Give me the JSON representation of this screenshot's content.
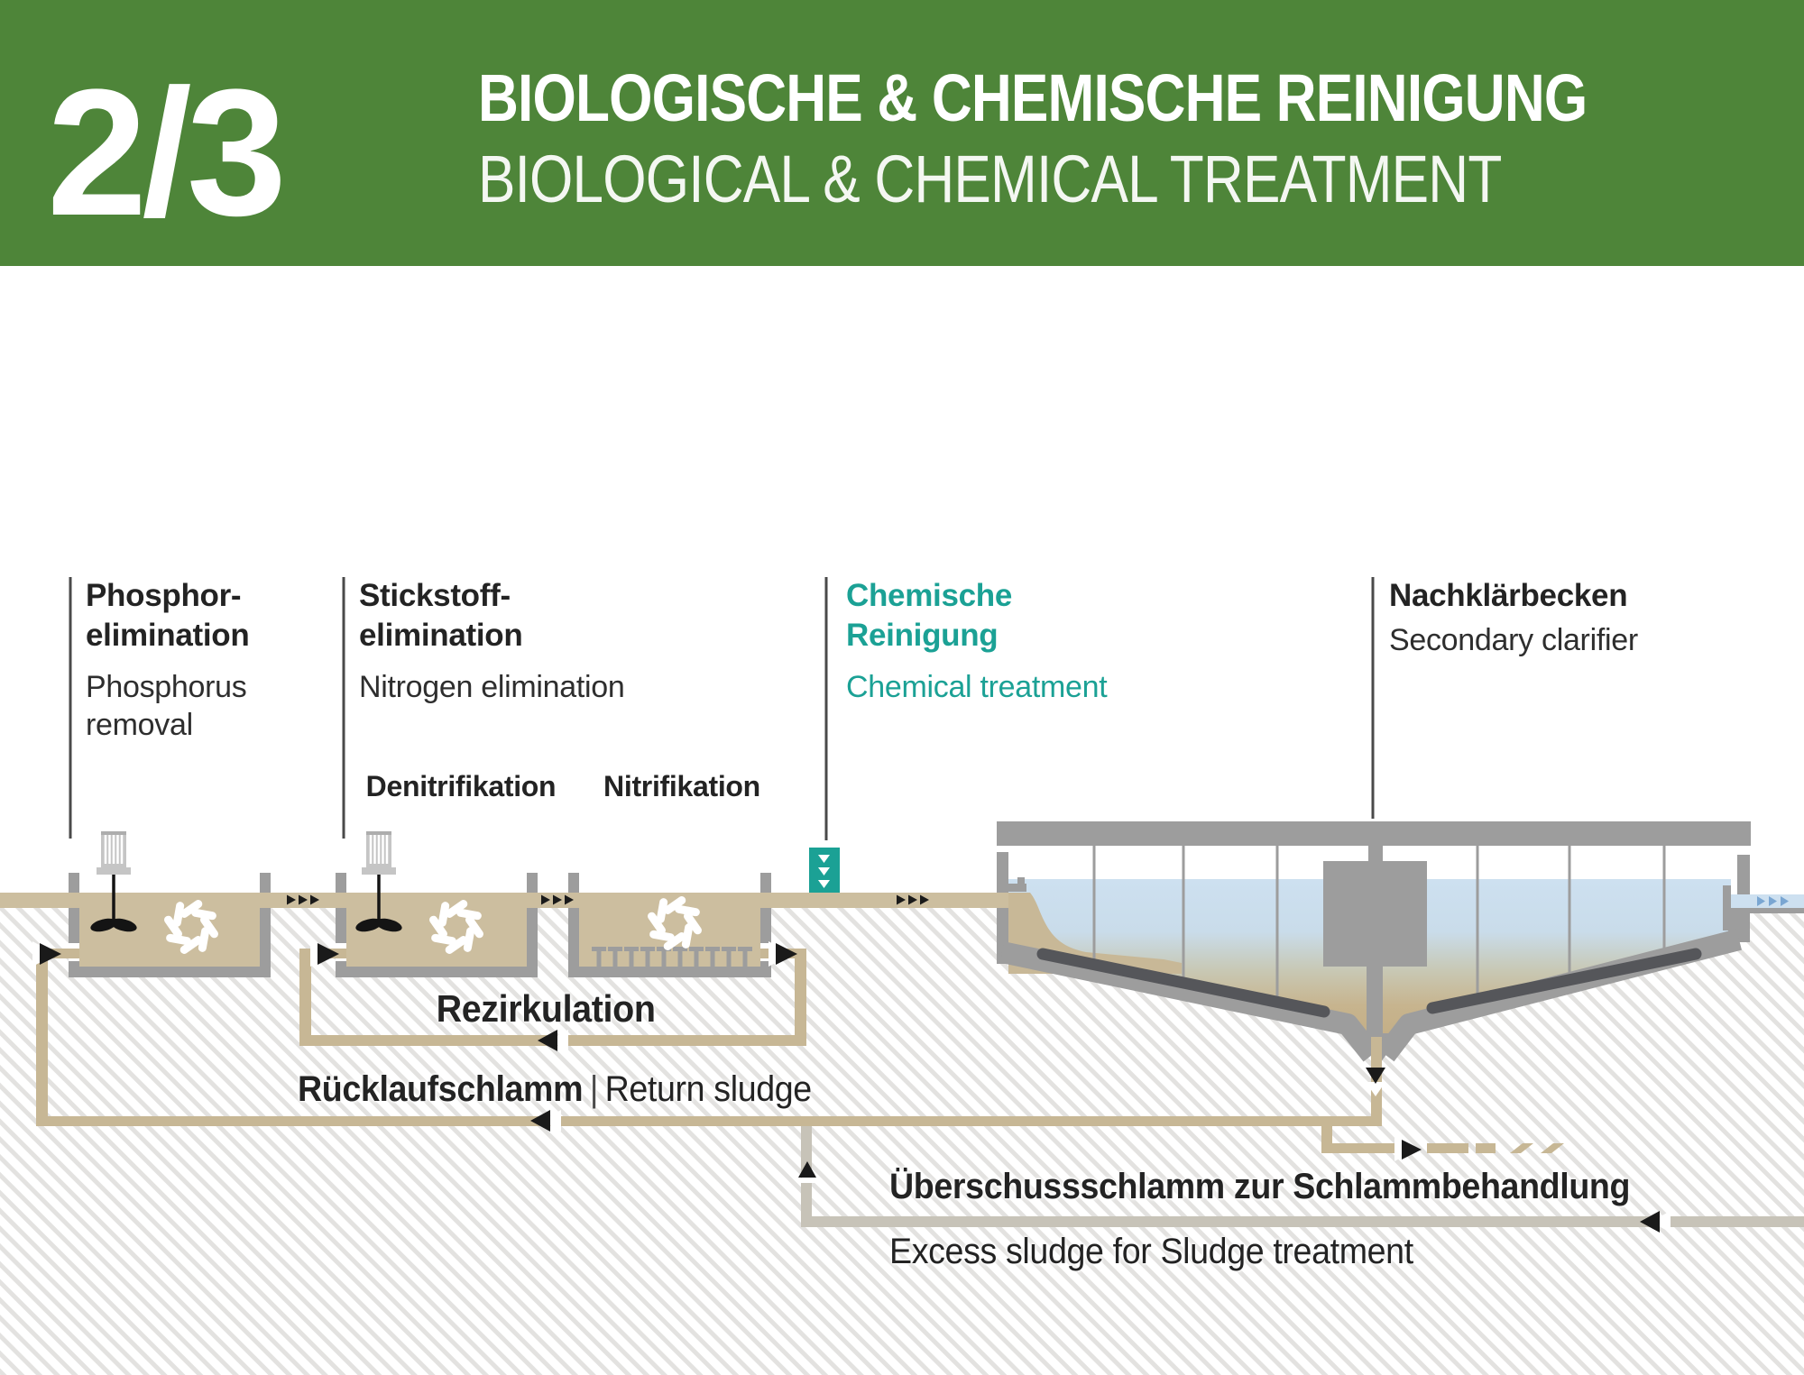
{
  "header": {
    "page_indicator": "2/3",
    "title_de": "BIOLOGISCHE & CHEMISCHE REINIGUNG",
    "title_en": "BIOLOGICAL & CHEMICAL TREATMENT"
  },
  "sections": {
    "phosphor": {
      "de1": "Phosphor-",
      "de2": "elimination",
      "en1": "Phosphorus",
      "en2": "removal"
    },
    "stickstoff": {
      "de1": "Stickstoff-",
      "de2": "elimination",
      "en": "Nitrogen elimination"
    },
    "chemisch": {
      "de1": "Chemische",
      "de2": "Reinigung",
      "en": "Chemical treatment"
    },
    "nachklaerbecken": {
      "de": "Nachklärbecken",
      "en": "Secondary clarifier"
    }
  },
  "process_labels": {
    "denitrifikation": "Denitrifikation",
    "nitrifikation": "Nitrifikation"
  },
  "flow_labels": {
    "rezirkulation": "Rezirkulation",
    "ruecklauf_de": "Rücklaufschlamm",
    "separator": "|",
    "ruecklauf_en": "Return sludge",
    "ueberschuss_de": "Überschussschlamm zur Schlammbehandlung",
    "ueberschuss_en": "Excess sludge for Sludge treatment"
  },
  "colors": {
    "header_green": "#4e8539",
    "accent_teal": "#1ba195",
    "pipe_tan": "#c7b795",
    "tank_fill": "#ccbe9f",
    "wall_gray": "#9d9d9d",
    "water_blue": "#cde0f0",
    "scraper_dark": "#55565a",
    "excess_pipe_gray": "#c7c3b8",
    "effluent_arrow_blue": "#7aa6d2",
    "text_dark": "#262626"
  }
}
